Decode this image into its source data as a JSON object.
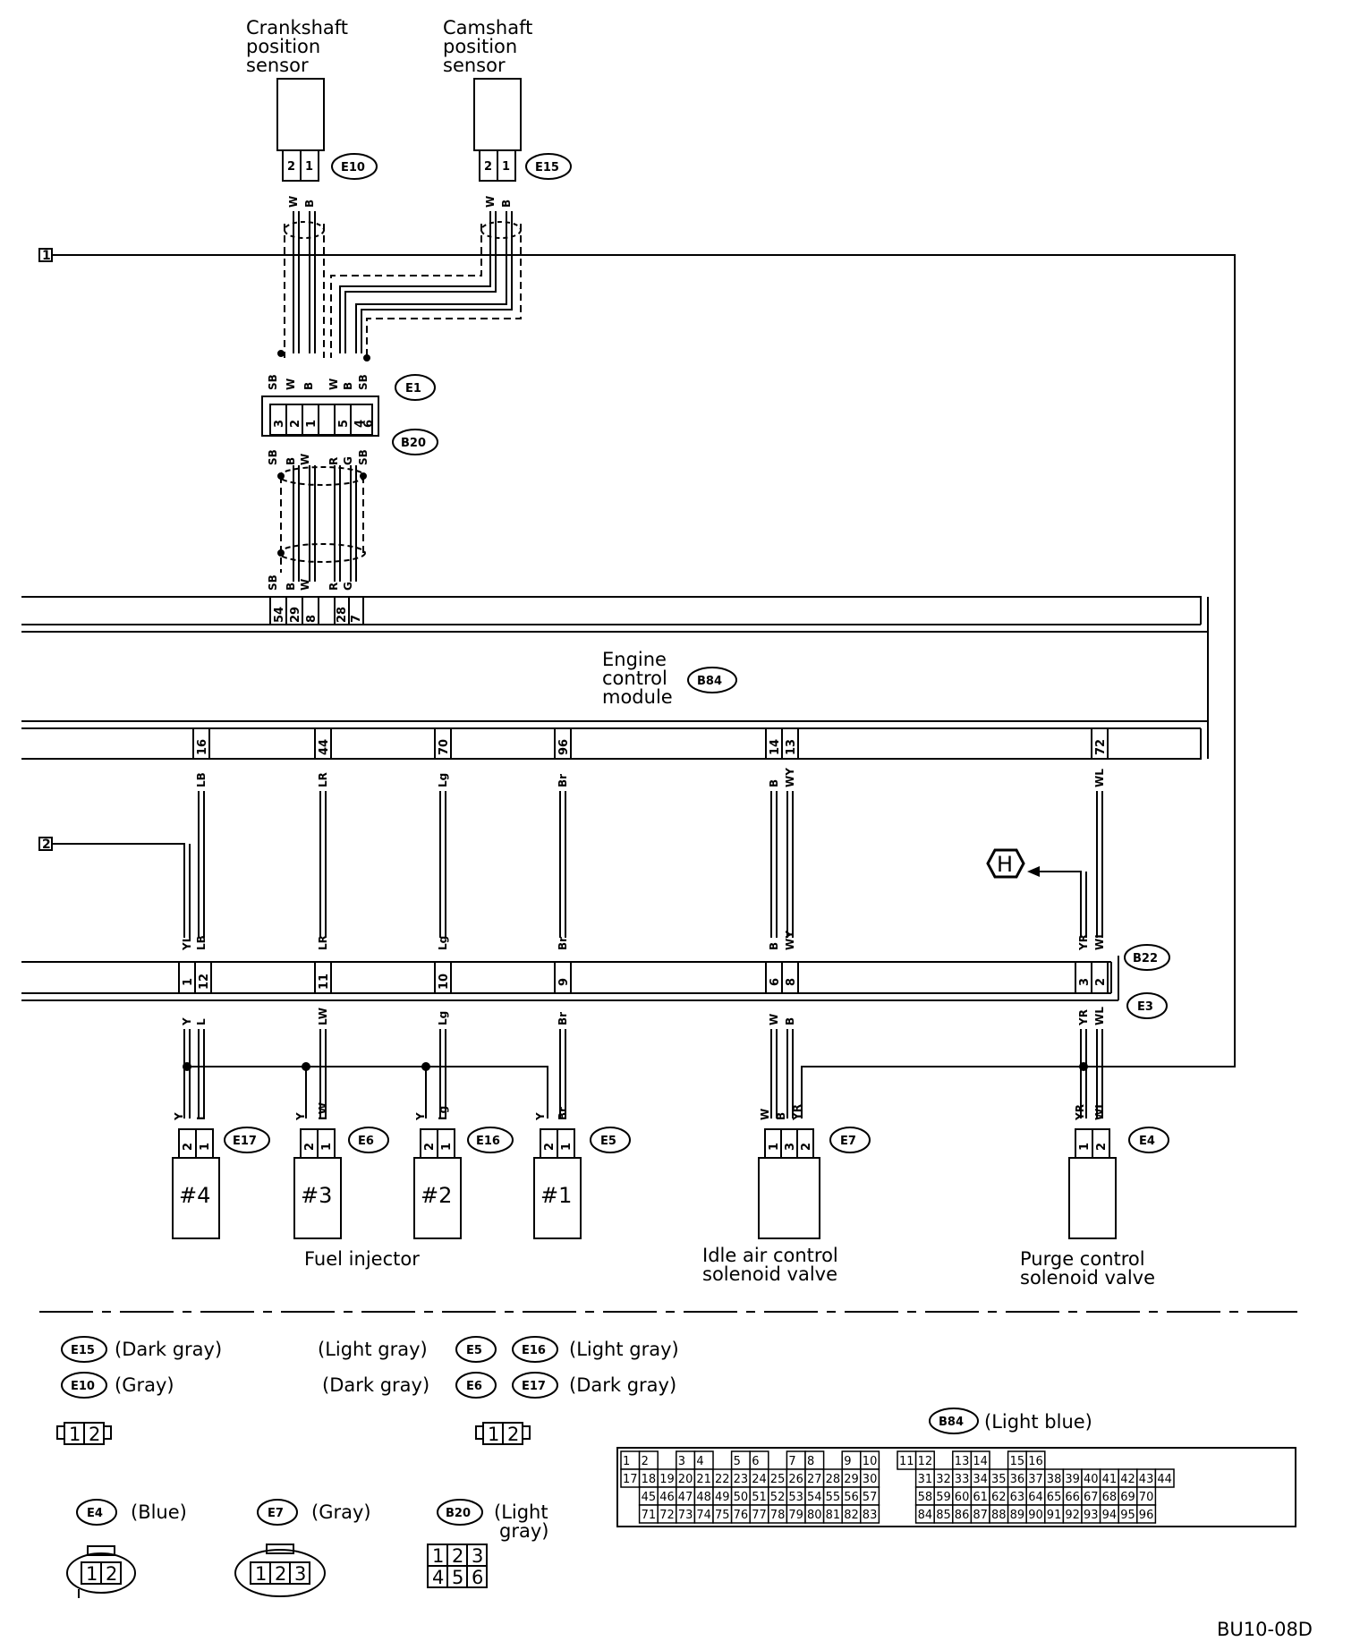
{
  "components": {
    "crank_sensor": {
      "label_lines": [
        "Crankshaft",
        "position",
        "sensor"
      ],
      "connector": "E10",
      "pins": [
        "2",
        "1"
      ],
      "wires": [
        "W",
        "B"
      ]
    },
    "cam_sensor": {
      "label_lines": [
        "Camshaft",
        "position",
        "sensor"
      ],
      "connector": "E15",
      "pins": [
        "2",
        "1"
      ],
      "wires": [
        "W",
        "B"
      ]
    },
    "joint": {
      "upper_connector": "E1",
      "lower_connector": "B20",
      "upper_wires": [
        "SB",
        "W",
        "B",
        "W",
        "B",
        "SB"
      ],
      "pins": [
        "3",
        "2",
        "1",
        "5",
        "4",
        "6"
      ],
      "lower_wires": [
        "SB",
        "B",
        "W",
        "R",
        "G",
        "SB"
      ]
    },
    "ecm": {
      "label_lines": [
        "Engine",
        "control",
        "module"
      ],
      "connector": "B84",
      "top_wires": [
        "SB",
        "B",
        "W",
        "R",
        "G"
      ],
      "top_pins": [
        "54",
        "29",
        "8",
        "28",
        "7"
      ],
      "bottom_pins": [
        "16",
        "44",
        "70",
        "96",
        "14",
        "13",
        "72"
      ],
      "bottom_wires": [
        "LB",
        "LR",
        "Lg",
        "Br",
        "B",
        "WY",
        "WL"
      ]
    },
    "off_page": {
      "ref1": "1",
      "ref2": "2",
      "ref_h": "H"
    },
    "b22_e3": {
      "upper_connector": "B22",
      "lower_connector": "E3",
      "upper_wires": [
        "YL",
        "LB",
        "LR",
        "Lg",
        "Br",
        "B",
        "WY",
        "YR",
        "WL"
      ],
      "pins": [
        "1",
        "12",
        "11",
        "10",
        "9",
        "6",
        "8",
        "3",
        "2"
      ],
      "lower_wires": [
        "Y",
        "L",
        "LW",
        "Lg",
        "Br",
        "W",
        "B",
        "YR",
        "WL"
      ]
    },
    "injectors": [
      {
        "connector": "E17",
        "name": "#4",
        "wires": [
          "Y",
          "L"
        ],
        "pins": [
          "2",
          "1"
        ]
      },
      {
        "connector": "E6",
        "name": "#3",
        "wires": [
          "Y",
          "LW"
        ],
        "pins": [
          "2",
          "1"
        ]
      },
      {
        "connector": "E16",
        "name": "#2",
        "wires": [
          "Y",
          "Lg"
        ],
        "pins": [
          "2",
          "1"
        ]
      },
      {
        "connector": "E5",
        "name": "#1",
        "wires": [
          "Y",
          "Br"
        ],
        "pins": [
          "2",
          "1"
        ]
      }
    ],
    "fuel_injector_label": "Fuel injector",
    "iac": {
      "connector": "E7",
      "wires": [
        "W",
        "B",
        "YR"
      ],
      "pins": [
        "1",
        "3",
        "2"
      ],
      "label_lines": [
        "Idle air control",
        "solenoid valve"
      ]
    },
    "purge": {
      "connector": "E4",
      "wires": [
        "YR",
        "WL"
      ],
      "pins": [
        "1",
        "2"
      ],
      "label_lines": [
        "Purge control",
        "solenoid valve"
      ]
    }
  },
  "legend": {
    "e15": {
      "ref": "E15",
      "color": "(Dark gray)"
    },
    "e10": {
      "ref": "E10",
      "color": "(Gray)"
    },
    "e5": {
      "ref": "E5",
      "color_before": "(Light gray)"
    },
    "e16": {
      "ref": "E16",
      "color": "(Light gray)"
    },
    "e6": {
      "ref": "E6",
      "color_before": "(Dark gray)"
    },
    "e17": {
      "ref": "E17",
      "color": "(Dark gray)"
    },
    "two_pin": [
      "1",
      "2"
    ],
    "e4": {
      "ref": "E4",
      "color": "(Blue)",
      "pins": [
        "1",
        "2"
      ]
    },
    "e7": {
      "ref": "E7",
      "color": "(Gray)",
      "pins": [
        "1",
        "2",
        "3"
      ]
    },
    "b20": {
      "ref": "B20",
      "color_lines": [
        "(Light",
        "gray)"
      ],
      "pins_row1": [
        "1",
        "2",
        "3"
      ],
      "pins_row2": [
        "4",
        "5",
        "6"
      ]
    },
    "b84": {
      "ref": "B84",
      "color": "(Light blue)",
      "row1": [
        "1",
        "2",
        "3",
        "4",
        "5",
        "6",
        "7",
        "8",
        "9",
        "10",
        "11",
        "12",
        "13",
        "14",
        "15",
        "16"
      ],
      "row2": [
        "17",
        "18",
        "19",
        "20",
        "21",
        "22",
        "23",
        "24",
        "25",
        "26",
        "27",
        "28",
        "29",
        "30",
        "31",
        "32",
        "33",
        "34",
        "35",
        "36",
        "37",
        "38",
        "39",
        "40",
        "41",
        "42",
        "43",
        "44"
      ],
      "row3": [
        "45",
        "46",
        "47",
        "48",
        "49",
        "50",
        "51",
        "52",
        "53",
        "54",
        "55",
        "56",
        "57",
        "58",
        "59",
        "60",
        "61",
        "62",
        "63",
        "64",
        "65",
        "66",
        "67",
        "68",
        "69",
        "70"
      ],
      "row4": [
        "71",
        "72",
        "73",
        "74",
        "75",
        "76",
        "77",
        "78",
        "79",
        "80",
        "81",
        "82",
        "83",
        "84",
        "85",
        "86",
        "87",
        "88",
        "89",
        "90",
        "91",
        "92",
        "93",
        "94",
        "95",
        "96"
      ]
    }
  },
  "figure_code": "BU10-08D"
}
